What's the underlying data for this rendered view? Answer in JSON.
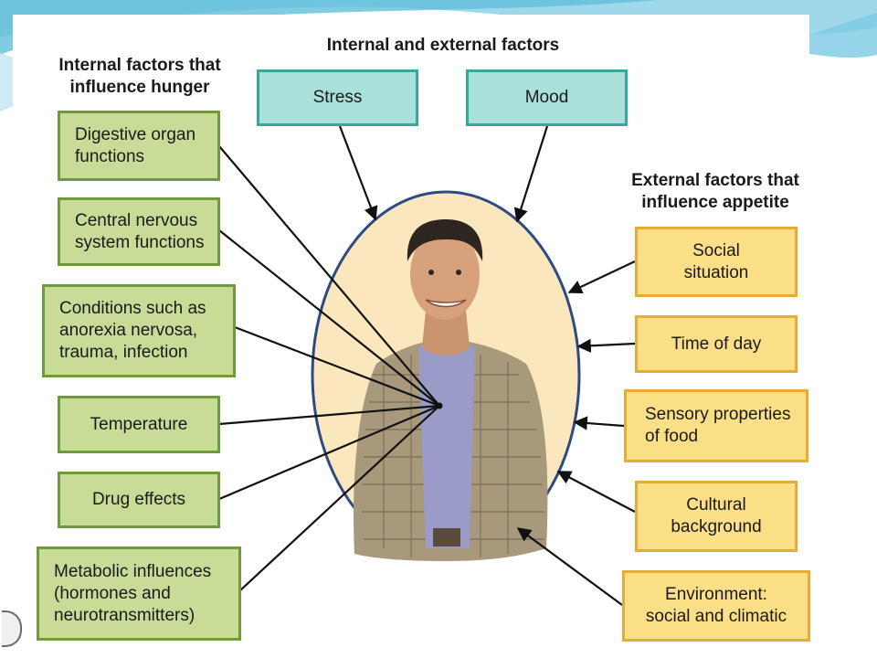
{
  "headings": {
    "center": "Internal and external factors",
    "left": "Internal factors that\ninfluence hunger",
    "right": "External factors that\ninfluence appetite"
  },
  "internal_external": [
    {
      "label": "Stress"
    },
    {
      "label": "Mood"
    }
  ],
  "internal_factors": [
    {
      "label": "Digestive organ\nfunctions"
    },
    {
      "label": "Central nervous\nsystem functions"
    },
    {
      "label": "Conditions such as\nanorexia nervosa,\ntrauma, infection"
    },
    {
      "label": "Temperature"
    },
    {
      "label": "Drug effects"
    },
    {
      "label": "Metabolic influences\n(hormones and\nneurotransmitters)"
    }
  ],
  "external_factors": [
    {
      "label": "Social\nsituation"
    },
    {
      "label": "Time of day"
    },
    {
      "label": "Sensory properties\nof food"
    },
    {
      "label": "Cultural\nbackground"
    },
    {
      "label": "Environment:\nsocial and climatic"
    }
  ],
  "colors": {
    "internal_fill": "#c9dc97",
    "internal_border": "#6f9a3c",
    "shared_fill": "#a9e0da",
    "shared_border": "#3aa79d",
    "external_fill": "#fbdf86",
    "external_border": "#e7ac36",
    "oval_fill": "#fbe7bd",
    "oval_border": "#2d4a82",
    "accent": "#5bb8d6"
  }
}
